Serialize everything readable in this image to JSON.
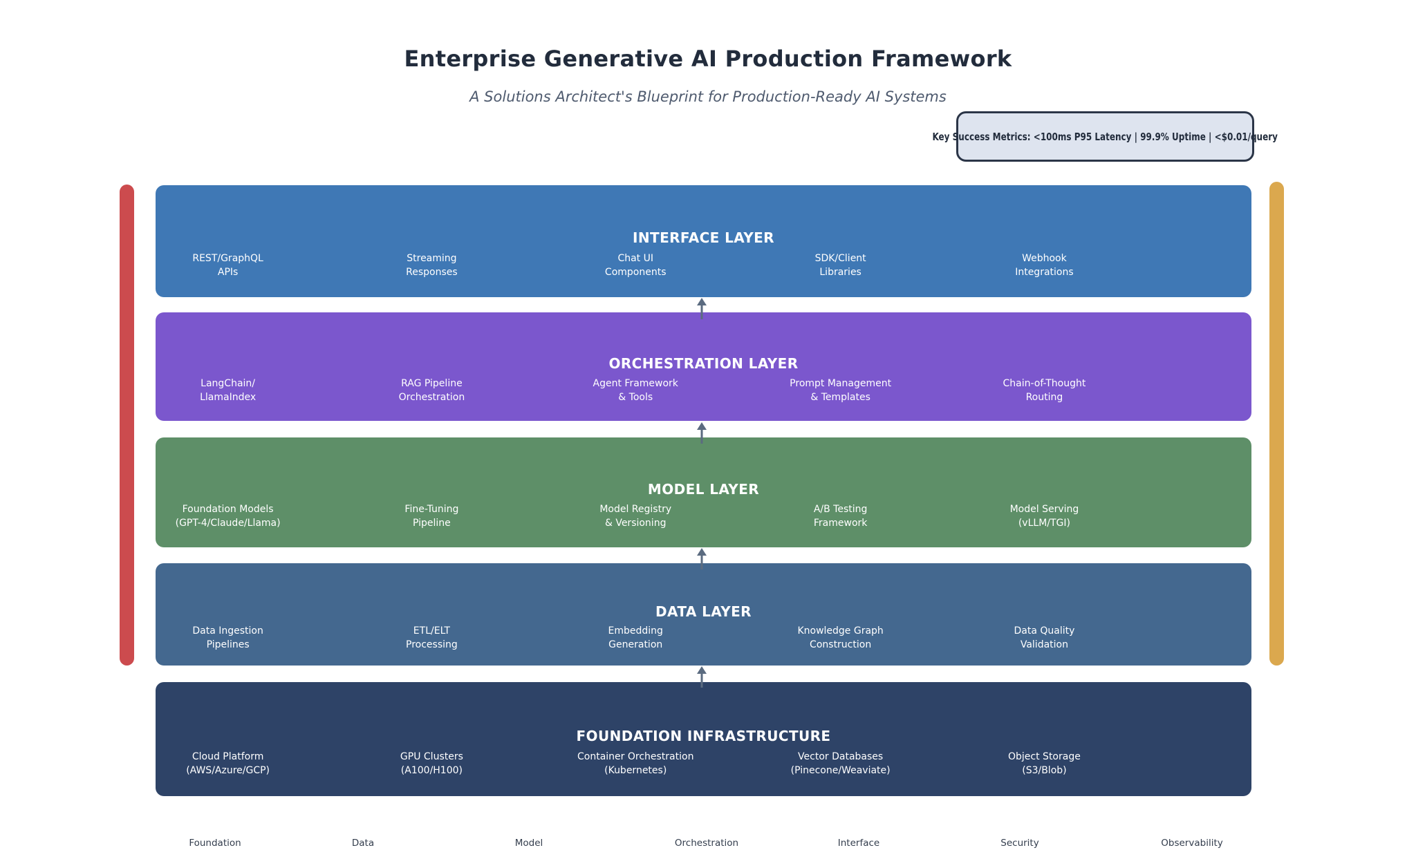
{
  "header": {
    "title": "Enterprise Generative AI Production Framework",
    "subtitle": "A Solutions Architect's Blueprint for Production-Ready AI Systems",
    "metrics_badge": "Key Success Metrics: <100ms P95 Latency | 99.9% Uptime | <$0.01/query"
  },
  "colors": {
    "left_bar": "#cc4b4e",
    "right_bar": "#dba84e",
    "arrow": "#5b6b80",
    "metrics_bg": "#dee4ef",
    "metrics_border": "#2b3547",
    "title_text": "#222c3c"
  },
  "layers": [
    {
      "title": "INTERFACE LAYER",
      "color": "#3f78b5",
      "items": [
        "REST/GraphQL\nAPIs",
        "Streaming\nResponses",
        "Chat UI\nComponents",
        "SDK/Client\nLibraries",
        "Webhook\nIntegrations"
      ]
    },
    {
      "title": "ORCHESTRATION LAYER",
      "color": "#7b57cd",
      "items": [
        "LangChain/\nLlamaIndex",
        "RAG Pipeline\nOrchestration",
        "Agent Framework\n& Tools",
        "Prompt Management\n& Templates",
        "Chain-of-Thought\nRouting"
      ]
    },
    {
      "title": "MODEL LAYER",
      "color": "#5e8f68",
      "items": [
        "Foundation Models\n(GPT-4/Claude/Llama)",
        "Fine-Tuning\nPipeline",
        "Model Registry\n& Versioning",
        "A/B Testing\nFramework",
        "Model Serving\n(vLLM/TGI)"
      ]
    },
    {
      "title": "DATA LAYER",
      "color": "#44688f",
      "items": [
        "Data Ingestion\nPipelines",
        "ETL/ELT\nProcessing",
        "Embedding\nGeneration",
        "Knowledge Graph\nConstruction",
        "Data Quality\nValidation"
      ]
    },
    {
      "title": "FOUNDATION INFRASTRUCTURE",
      "color": "#2e4367",
      "items": [
        "Cloud Platform\n(AWS/Azure/GCP)",
        "GPU Clusters\n(A100/H100)",
        "Container Orchestration\n(Kubernetes)",
        "Vector Databases\n(Pinecone/Weaviate)",
        "Object Storage\n(S3/Blob)"
      ]
    }
  ],
  "lanes": [
    "Foundation",
    "Data",
    "Model",
    "Orchestration",
    "Interface",
    "Security",
    "Observability"
  ]
}
